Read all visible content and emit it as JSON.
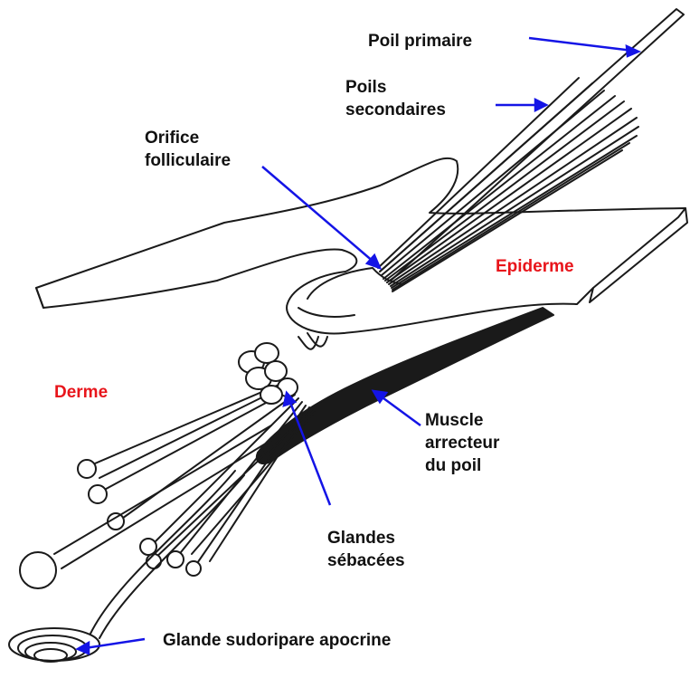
{
  "labels": {
    "poil_primaire": "Poil primaire",
    "poils_secondaires": [
      "Poils",
      "secondaires"
    ],
    "orifice_folliculaire": [
      "Orifice",
      "folliculaire"
    ],
    "epiderme": "Epiderme",
    "derme": "Derme",
    "muscle_arrecteur": [
      "Muscle",
      "arrecteur",
      "du poil"
    ],
    "glandes_sebacees": [
      "Glandes",
      "sébacées"
    ],
    "glande_sudoripare": "Glande sudoripare apocrine"
  },
  "colors": {
    "arrow": "#1414e6",
    "tissue_label": "#e8151b",
    "text": "#111111",
    "ink": "#1a1a1a"
  }
}
